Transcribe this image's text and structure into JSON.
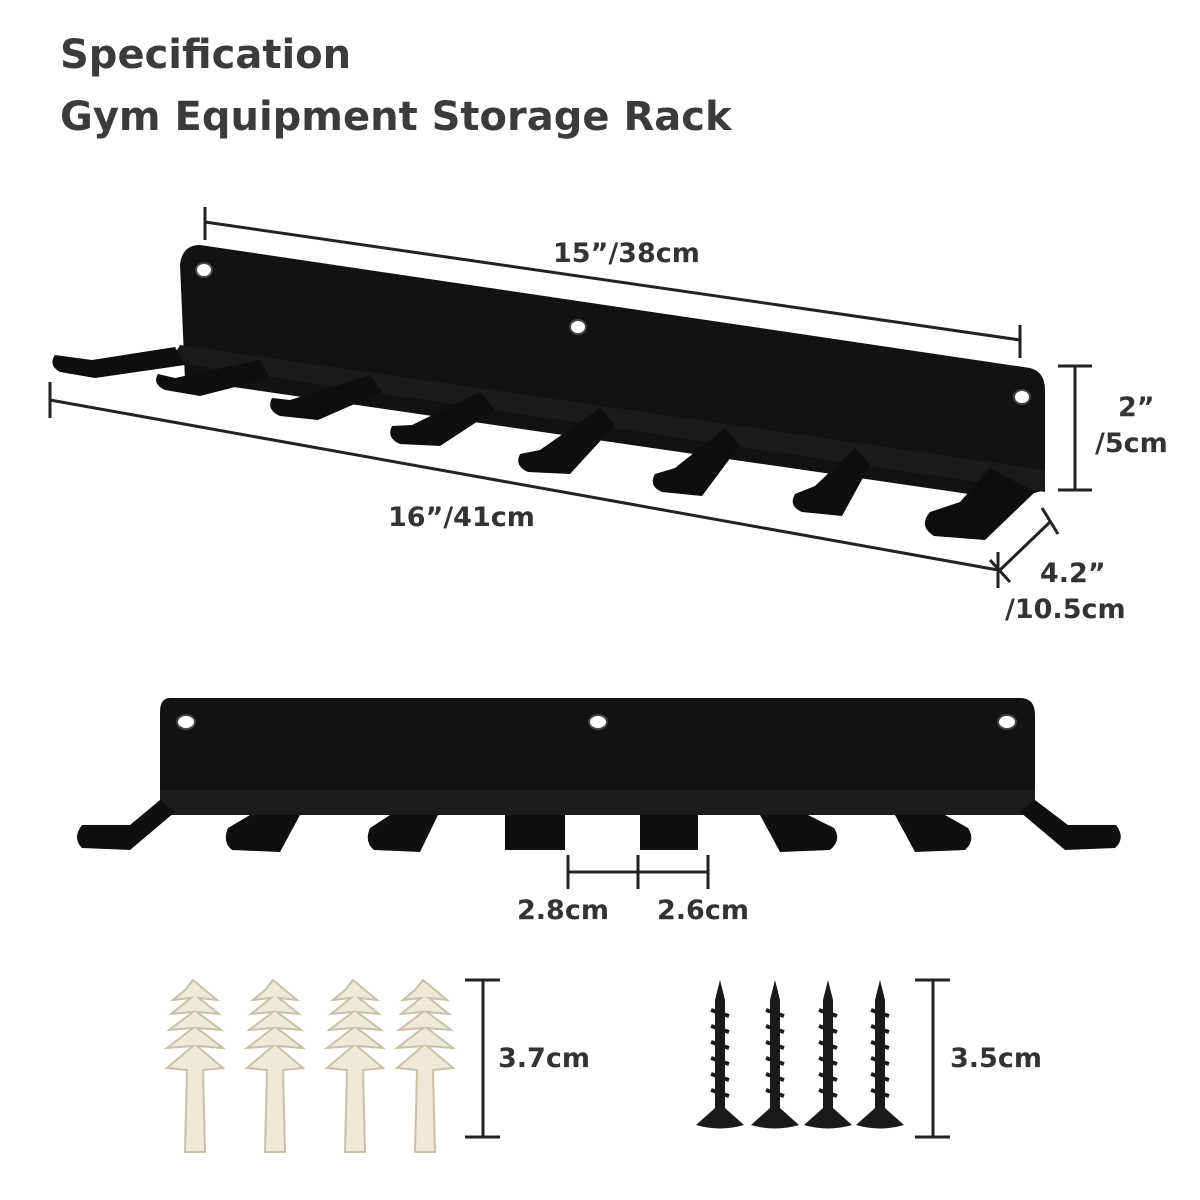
{
  "heading": {
    "line1": "Specification",
    "line2": "Gym Equipment Storage Rack"
  },
  "dimensions": {
    "back_length": "15”/38cm",
    "total_length": "16”/41cm",
    "height_value": "2”",
    "height_metric": "/5cm",
    "depth_value": "4.2”",
    "depth_metric": "/10.5cm",
    "slot_gap": "2.8cm",
    "hook_width": "2.6cm",
    "anchor_length": "3.7cm",
    "screw_length": "3.5cm"
  },
  "hardware": {
    "anchor_count": 4,
    "screw_count": 4
  },
  "colors": {
    "rack": "#111111",
    "anchor": "#efe9d8",
    "screw": "#1a1a1a",
    "text": "#333333"
  }
}
